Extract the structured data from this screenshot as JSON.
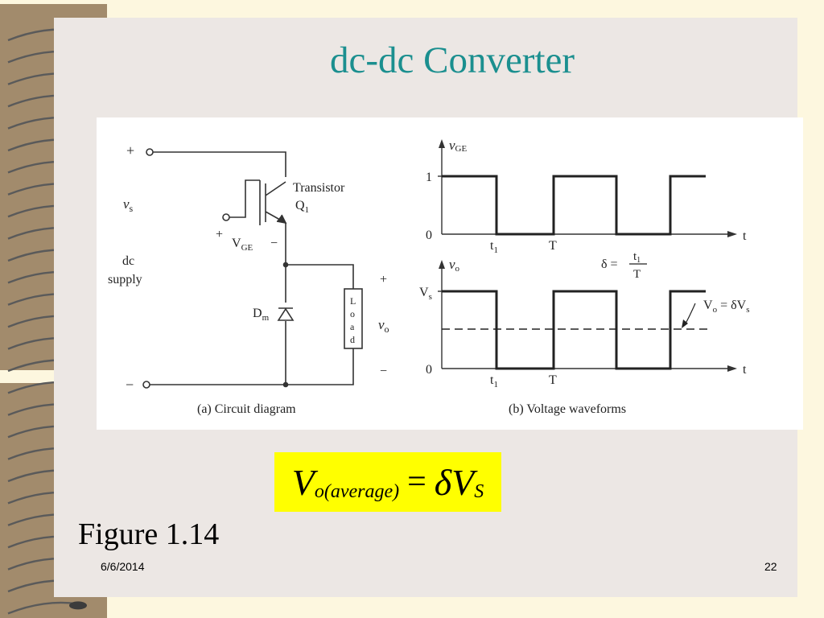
{
  "slide": {
    "title": "dc-dc Converter",
    "figure_caption": "Figure 1.14",
    "date": "6/6/2014",
    "page_number": "22"
  },
  "circuit": {
    "plus_top": "+",
    "minus_bottom": "−",
    "vs_label": "v",
    "vs_sub": "s",
    "dc_label": "dc",
    "supply_label": "supply",
    "transistor_label": "Transistor",
    "q_label": "Q",
    "q_sub": "1",
    "vge_plus": "+",
    "vge_label": "V",
    "vge_sub": "GE",
    "vge_minus": "−",
    "diode_label": "D",
    "diode_sub": "m",
    "load_letters": [
      "L",
      "o",
      "a",
      "d"
    ],
    "vo_plus": "+",
    "vo_label": "v",
    "vo_sub": "o",
    "vo_minus": "−",
    "caption": "(a) Circuit diagram"
  },
  "waveforms": {
    "top_axis_label": "v",
    "top_axis_sub": "GE",
    "top_level_high": "1",
    "top_level_low": "0",
    "top_t1": "t",
    "top_t1_sub": "1",
    "top_T": "T",
    "top_time": "t",
    "bottom_axis_label": "v",
    "bottom_axis_sub": "o",
    "bottom_level_high": "V",
    "bottom_level_high_sub": "s",
    "bottom_level_low": "0",
    "bottom_t1": "t",
    "bottom_t1_sub": "1",
    "bottom_T": "T",
    "bottom_time": "t",
    "duty_delta": "δ =",
    "duty_num": "t",
    "duty_num_sub": "1",
    "duty_den": "T",
    "avg_label": "V",
    "avg_sub": "o",
    "avg_rhs": "= δV",
    "avg_rhs_sub": "s",
    "caption": "(b) Voltage waveforms"
  },
  "formula": {
    "lhs": "V",
    "lhs_sub": "o(average)",
    "eq": "=",
    "rhs": "δV",
    "rhs_sub": "S"
  }
}
